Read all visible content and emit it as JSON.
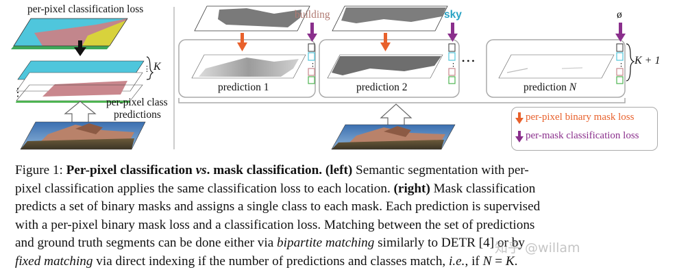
{
  "figure": {
    "left": {
      "title": "per-pixel classification loss",
      "k_label": "K",
      "predictions_label_1": "per-pixel class",
      "predictions_label_2": "predictions"
    },
    "right": {
      "class_labels": [
        "building",
        "sky",
        "ø"
      ],
      "prediction_labels": [
        "prediction 1",
        "prediction 2"
      ],
      "prediction_n_prefix": "prediction",
      "prediction_n_var": "N",
      "ellipsis": "•••",
      "k_plus_one": "K + 1"
    },
    "legend": {
      "binary_mask_loss": "per-pixel binary mask loss",
      "classification_loss": "per-mask classification loss"
    },
    "colors": {
      "orange": "#e8612c",
      "purple": "#8a2f8c",
      "cyan": "#4fc6dc",
      "green": "#4db351",
      "building_label": "#b07a72",
      "sky_label": "#2aa3c4"
    }
  },
  "caption": {
    "fig_num": "Figure 1: ",
    "title_a": "Per-pixel classification ",
    "title_vs": "vs",
    "title_b": ". mask classification.",
    "left_tag": "(left)",
    "l1_rest": " Semantic segmentation with per-",
    "l2": "pixel classification applies the same classification loss to each location. ",
    "right_tag": "(right)",
    "l2_rest": " Mask classification",
    "l3": "predicts a set of binary masks and assigns a single class to each mask. Each prediction is supervised",
    "l4": "with a per-pixel binary mask loss and a classification loss. Matching between the set of predictions",
    "l5a": "and ground truth segments can be done either via ",
    "l5_bip": "bipartite matching",
    "l5b": " similarly to DETR [4] or by",
    "l6_fixed": "fixed matching",
    "l6a": " via direct indexing if the number of predictions and classes match, ",
    "l6_ie": "i.e.",
    "l6b": ", if ",
    "l6_n": "N",
    "l6_eq": " = ",
    "l6_k": "K",
    "l6_end": "."
  },
  "watermark": "知乎 @willam"
}
